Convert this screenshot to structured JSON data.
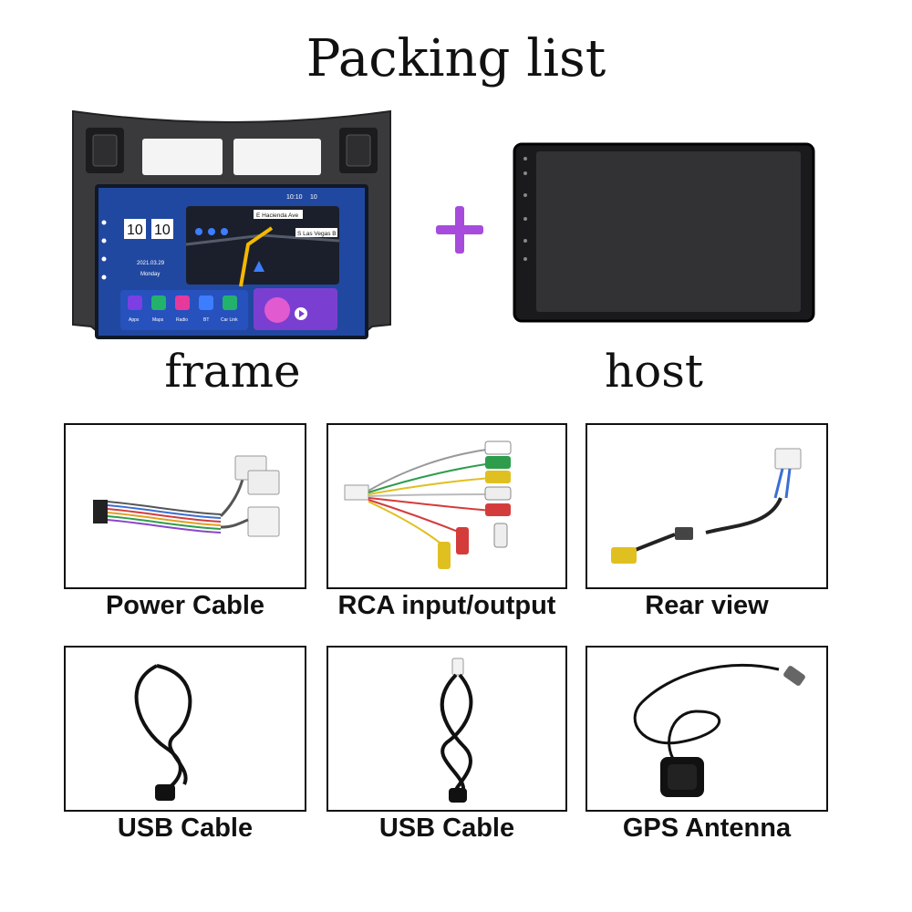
{
  "title": "Packing list",
  "plus_color": "#a64bdc",
  "frame": {
    "label": "frame",
    "screen": {
      "status_time": "10:10",
      "status_batt": "10",
      "clock_h": "10",
      "clock_m": "10",
      "date": "2021.03.29",
      "weekday": "Monday",
      "street1": "E Hacienda Ave",
      "street2": "S Las Vegas B",
      "apps": [
        "Apps",
        "Maps",
        "Radio",
        "BT",
        "Car Link"
      ]
    }
  },
  "host": {
    "label": "host"
  },
  "items": [
    {
      "caption": "Power Cable",
      "icon": "power-cable-harness"
    },
    {
      "caption": "RCA input/output",
      "icon": "rca-cable"
    },
    {
      "caption": "Rear view",
      "icon": "rear-view-cable"
    },
    {
      "caption": "USB Cable",
      "icon": "usb-cable"
    },
    {
      "caption": "USB Cable",
      "icon": "usb-cable"
    },
    {
      "caption": "GPS Antenna",
      "icon": "gps-antenna"
    }
  ]
}
